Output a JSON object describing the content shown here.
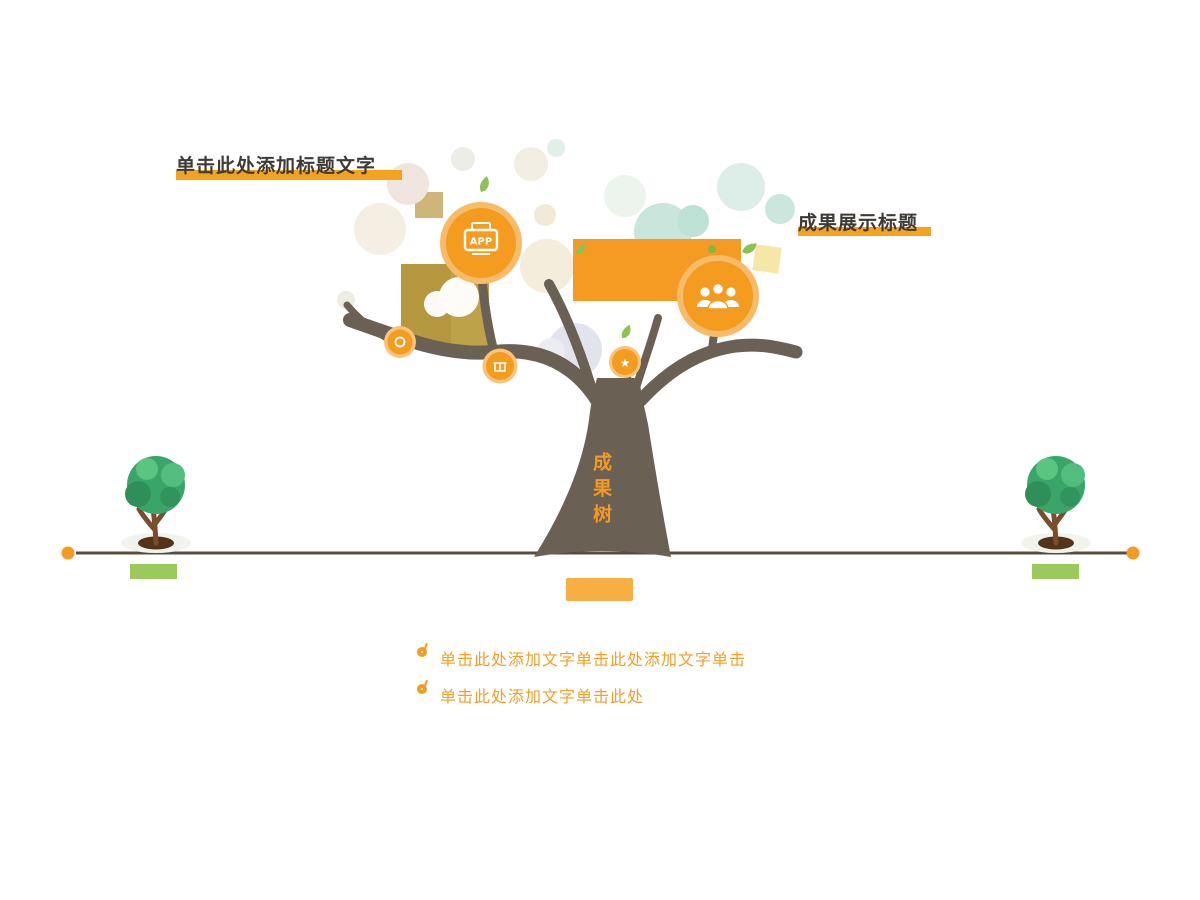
{
  "slide": {
    "tree_label": "成果树",
    "heading_left": "单击此处添加标题文字",
    "heading_right": "成果展示标题",
    "center_tag": "",
    "app_badge": "APP",
    "bullets": [
      {
        "text": "单击此处添加文字单击此处添加文字单击"
      },
      {
        "text": "单击此处添加文字单击此处"
      }
    ]
  },
  "colors": {
    "accent_orange": "#F59A23",
    "accent_orange_light": "#F8BC69",
    "leaf_green": "#8CC153",
    "trunk_brown": "#6B6054",
    "ground_brown": "#564C42",
    "pedestal_green": "#9CC95C",
    "teal_bubble": "#C9E6DD",
    "cream_bubble": "#F5EDDB",
    "khaki_block": "#BEA249"
  },
  "icons": {
    "app_circle": "app-printer-icon",
    "users_circle": "users-group-icon",
    "fruit_1": "ring-icon",
    "fruit_2": "gift-icon",
    "fruit_3": "star-icon",
    "fruit_3_glyph": "★",
    "bullet": "fruit-bullet-icon",
    "leaf": "leaf-icon"
  }
}
